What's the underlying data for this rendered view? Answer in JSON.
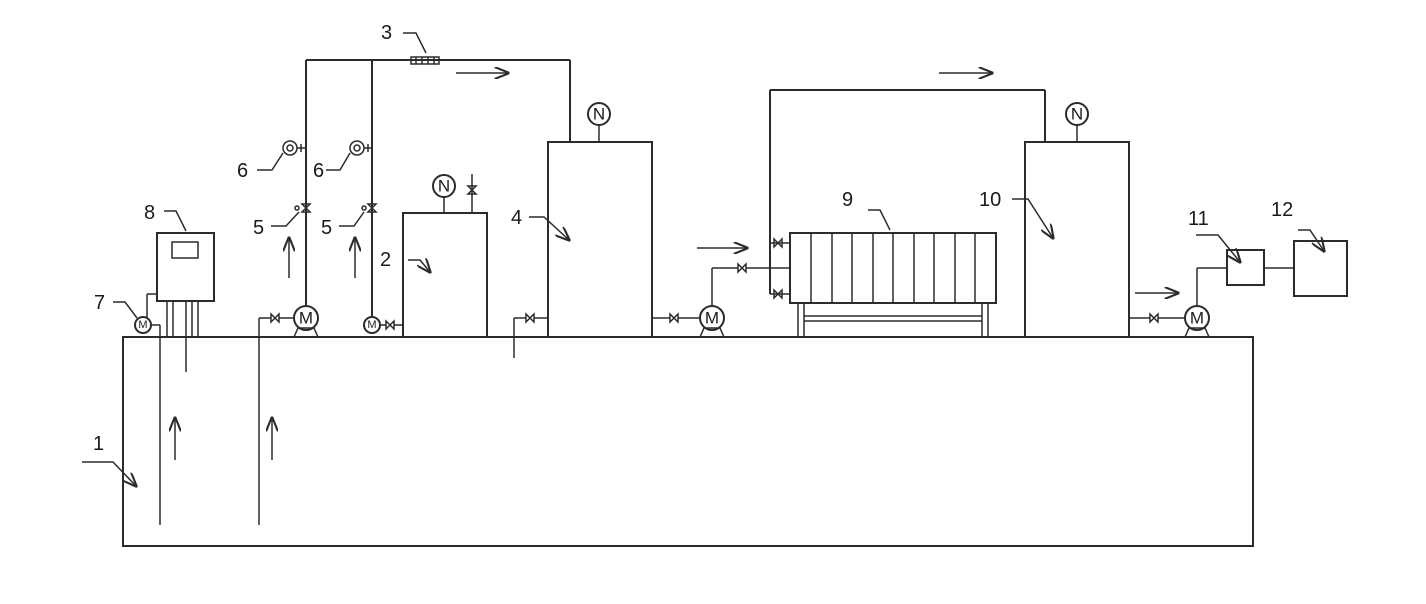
{
  "labels": {
    "l1": "1",
    "l2": "2",
    "l3": "3",
    "l4": "4",
    "l5a": "5",
    "l5b": "5",
    "l6a": "6",
    "l6b": "6",
    "l7": "7",
    "l8": "8",
    "l9": "9",
    "l10": "10",
    "l11": "11",
    "l12": "12"
  },
  "symbols": {
    "pump": "M",
    "gauge": "N"
  }
}
